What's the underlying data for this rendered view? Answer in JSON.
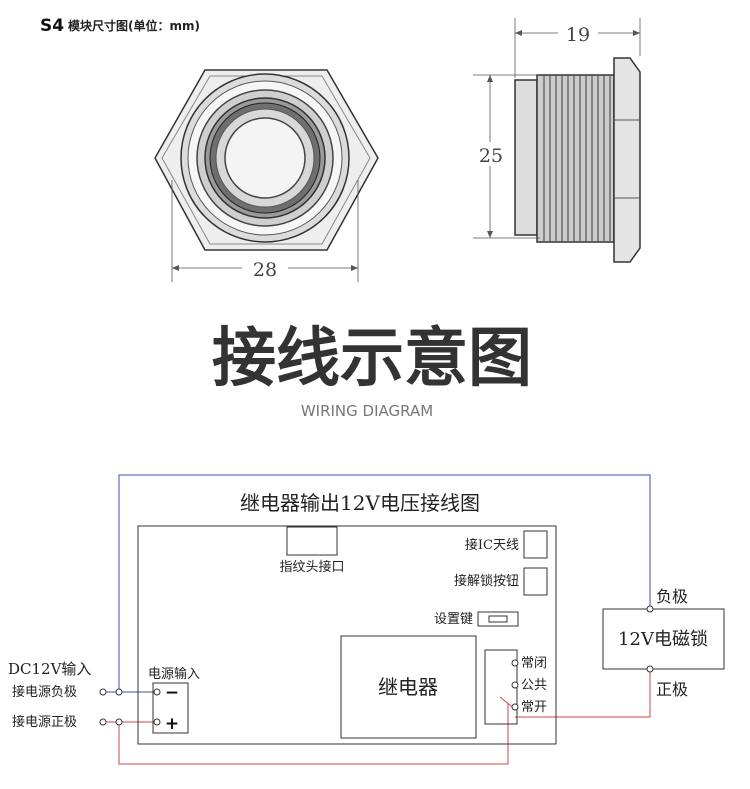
{
  "module": {
    "title_code": "S4",
    "title_text": "模块尺寸图(单位：mm)",
    "dim_width": "28",
    "dim_height": "25",
    "dim_depth": "19"
  },
  "heading": {
    "title": "接线示意图",
    "subtitle": "WIRING DIAGRAM"
  },
  "wiring": {
    "board_title": "继电器输出12V电压接线图",
    "fingerprint_label": "指纹头接口",
    "ic_antenna_label": "接IC天线",
    "unlock_button_label": "接解锁按钮",
    "settings_key_label": "设置键",
    "relay_label": "继电器",
    "power_input_label": "电源输入",
    "minus_sign": "−",
    "plus_sign": "+",
    "nc_label": "常闭",
    "com_label": "公共",
    "no_label": "常开",
    "dc_input_label": "DC12V输入",
    "power_negative_label": "接电源负极",
    "power_positive_label": "接电源正极",
    "lock_label": "12V电磁锁",
    "lock_negative_label": "负极",
    "lock_positive_label": "正极",
    "colors": {
      "negative_wire": "#3b4fb5",
      "positive_wire": "#c94a4a"
    }
  }
}
